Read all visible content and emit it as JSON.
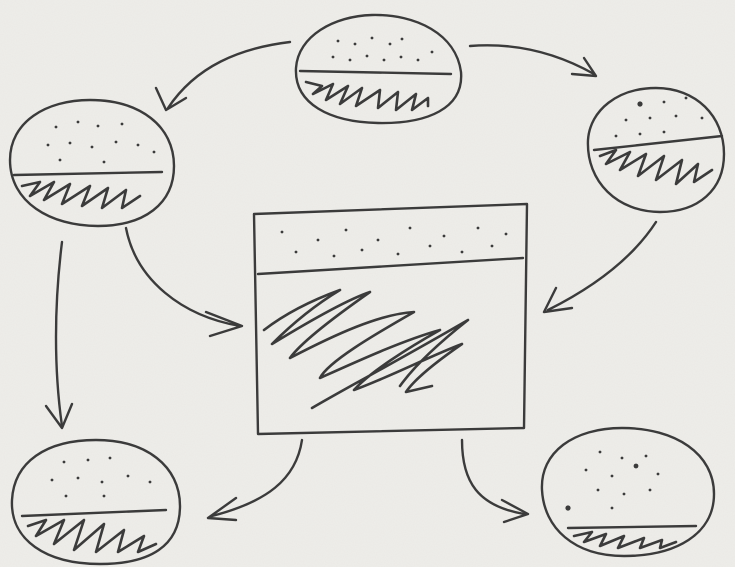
{
  "diagram": {
    "style": "pencil sketch on paper",
    "colors": {
      "paper": "#efeeea",
      "ink": "#3b3b3b"
    },
    "nodes": [
      {
        "id": "top",
        "shape": "circle"
      },
      {
        "id": "left-upper",
        "shape": "circle"
      },
      {
        "id": "right-upper",
        "shape": "circle"
      },
      {
        "id": "center",
        "shape": "rectangle"
      },
      {
        "id": "left-lower",
        "shape": "circle"
      },
      {
        "id": "right-lower",
        "shape": "circle"
      }
    ],
    "edges": [
      {
        "from": "top",
        "to": "left-upper"
      },
      {
        "from": "top",
        "to": "right-upper"
      },
      {
        "from": "left-upper",
        "to": "center"
      },
      {
        "from": "right-upper",
        "to": "center"
      },
      {
        "from": "left-upper",
        "to": "left-lower"
      },
      {
        "from": "center",
        "to": "left-lower"
      },
      {
        "from": "center",
        "to": "right-lower"
      }
    ]
  }
}
